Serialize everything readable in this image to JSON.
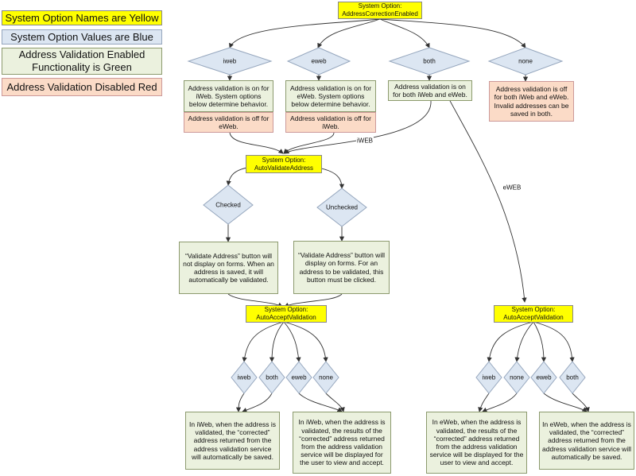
{
  "legend": {
    "yellow": "System Option Names are Yellow",
    "blue": "System Option Values are Blue",
    "green": "Address Validation Enabled Functionality is Green",
    "red": "Address Validation Disabled Red"
  },
  "options": {
    "correction": "System Option: AddressCorrectionEnabled",
    "autovalidate": "System Option: AutoValidateAddress",
    "accept_left": "System Option: AutoAcceptValidation",
    "accept_right": "System Option: AutoAcceptValidation"
  },
  "values": {
    "top": [
      "iweb",
      "eweb",
      "both",
      "none"
    ],
    "validate": [
      "Checked",
      "Unchecked"
    ],
    "accept_left": [
      "iweb",
      "both",
      "eweb",
      "none"
    ],
    "accept_right": [
      "iweb",
      "none",
      "eweb",
      "both"
    ]
  },
  "texts": {
    "iweb_green": "Address validation is on for iWeb. System options below determine behavior.",
    "iweb_red": "Address validation is off for eWeb.",
    "eweb_green": "Address validation is on for eWeb. System options below determine behavior.",
    "eweb_red": "Address validation is off for iWeb.",
    "both_green": "Address validation is on for both iWeb and eWeb.",
    "none_red": "Address validation is off for both iWeb and eWeb. Invalid addresses can be saved in both.",
    "checked_green": "“Validate Address” button will not display on forms. When an address is saved, it will automatically be validated.",
    "unchecked_green": "“Validate Address” button will display on forms. For an address to be validated, this button must be clicked.",
    "bottom1": "In iWeb, when the address is validated, the “corrected” address returned from the address validation service will automatically be saved.",
    "bottom2": "In iWeb, when the address is validated, the results of the “corrected” address returned from the address validation service will be displayed  for the user to view and accept.",
    "bottom3": "In eWeb, when the address is validated, the results of the “corrected” address returned from the address validation service will be displayed  for the user to view and accept.",
    "bottom4": "In eWeb, when the address is validated, the “corrected” address returned from the address validation service will automatically be saved."
  },
  "edge_labels": {
    "iweb": "iWEB",
    "eweb": "eWEB"
  }
}
